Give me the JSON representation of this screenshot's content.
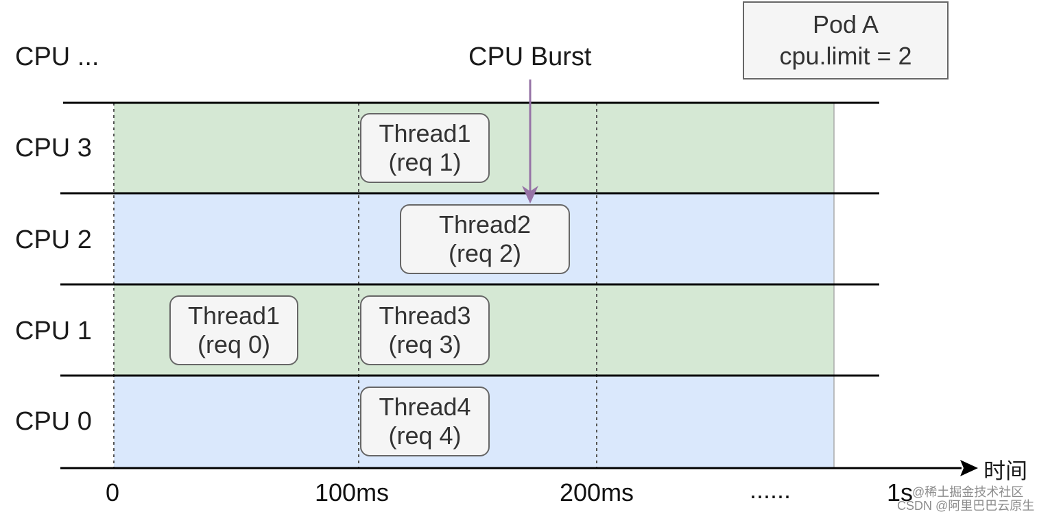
{
  "header": {
    "cpu_more_label": "CPU ...",
    "burst_label": "CPU Burst"
  },
  "pod": {
    "name": "Pod A",
    "limit": "cpu.limit = 2"
  },
  "rows": [
    {
      "label": "CPU 3",
      "fill": "#d5e8d4"
    },
    {
      "label": "CPU 2",
      "fill": "#dae8fc"
    },
    {
      "label": "CPU 1",
      "fill": "#d5e8d4"
    },
    {
      "label": "CPU 0",
      "fill": "#dae8fc"
    }
  ],
  "threads": [
    {
      "cpu": "CPU 3",
      "name": "Thread1",
      "req": "(req 1)"
    },
    {
      "cpu": "CPU 2",
      "name": "Thread2",
      "req": "(req 2)"
    },
    {
      "cpu": "CPU 1",
      "name": "Thread1",
      "req": "(req 0)"
    },
    {
      "cpu": "CPU 1",
      "name": "Thread3",
      "req": "(req 3)"
    },
    {
      "cpu": "CPU 0",
      "name": "Thread4",
      "req": "(req 4)"
    }
  ],
  "axis": {
    "arrow_label": "时间",
    "ticks": [
      "0",
      "100ms",
      "200ms",
      "......",
      "1s"
    ]
  },
  "colors": {
    "arrow": "#9673a6",
    "axis": "#000000"
  },
  "watermark": {
    "line1": "@稀土掘金技术社区",
    "line2": "CSDN @阿里巴巴云原生"
  }
}
